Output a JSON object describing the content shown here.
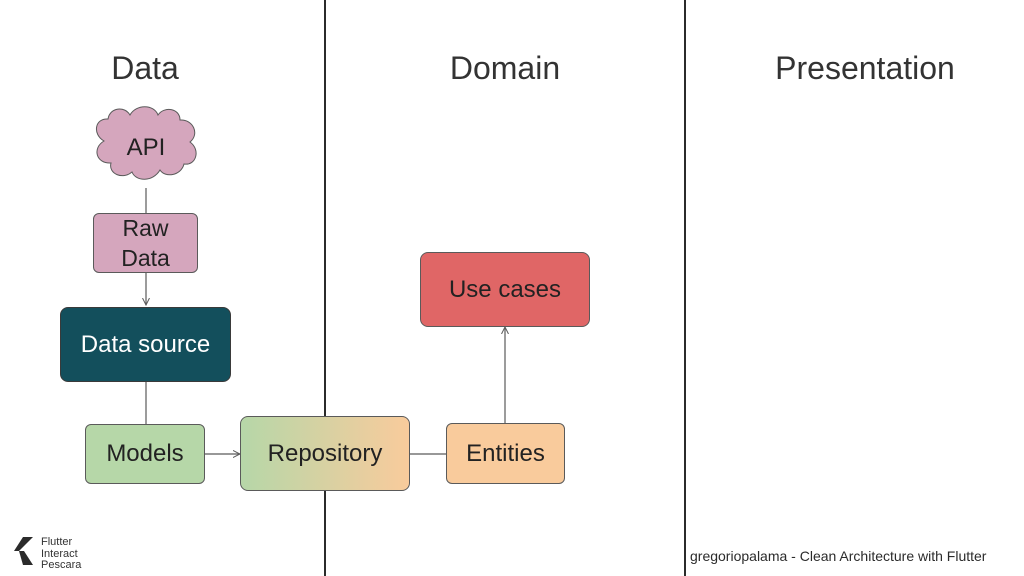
{
  "columns": {
    "data": "Data",
    "domain": "Domain",
    "presentation": "Presentation"
  },
  "nodes": {
    "api": "API",
    "raw_data_line1": "Raw",
    "raw_data_line2": "Data",
    "data_source": "Data source",
    "models": "Models",
    "repository": "Repository",
    "entities": "Entities",
    "use_cases": "Use cases"
  },
  "colors": {
    "api": "#d5a6bd",
    "raw_data": "#d5a6bd",
    "data_source": "#134f5c",
    "models": "#b6d7a8",
    "repository_start": "#b6d7a8",
    "repository_end": "#f9cb9c",
    "entities": "#f9cb9c",
    "use_cases": "#e06666",
    "line": "#5a5a5a"
  },
  "footer": {
    "credit": "gregoriopalama - Clean Architecture with Flutter",
    "logo_line1": "Flutter",
    "logo_line2": "Interact",
    "logo_line3": "Pescara"
  },
  "logo_icon": "flutter-logo-icon"
}
